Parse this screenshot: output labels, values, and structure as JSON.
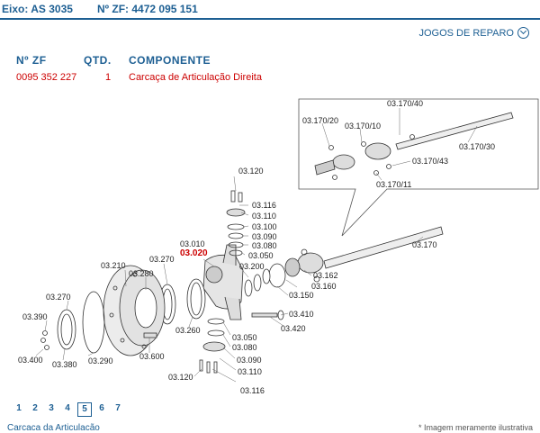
{
  "header": {
    "eixo": "Eixo: AS 3035",
    "zf": "Nº ZF: 4472 095 151"
  },
  "jogos_link": "JOGOS DE REPARO",
  "table": {
    "col_zf": "Nº ZF",
    "col_qtd": "QTD.",
    "col_comp": "COMPONENTE",
    "row": {
      "zf": "0095 352 227",
      "qtd": "1",
      "comp": "Carcaça de Articulação Direita"
    }
  },
  "labels": {
    "l03120a": "03.120",
    "l03116a": "03.116",
    "l03110a": "03.110",
    "l03100": "03.100",
    "l03090a": "03.090",
    "l03080a": "03.080",
    "l03050a": "03.050",
    "l03010": "03.010",
    "l03020": "03.020",
    "l03200": "03.200",
    "l03270a": "03.270",
    "l03210": "03.210",
    "l03280": "03.280",
    "l03270b": "03.270",
    "l03390": "03.390",
    "l03400": "03.400",
    "l03380": "03.380",
    "l03290": "03.290",
    "l03600": "03.600",
    "l03260": "03.260",
    "l03050b": "03.050",
    "l03080b": "03.080",
    "l03090b": "03.090",
    "l03110b": "03.110",
    "l03116b": "03.116",
    "l03120b": "03.120",
    "l03410": "03.410",
    "l03420": "03.420",
    "l03150": "03.150",
    "l03160": "03.160",
    "l03162": "03.162",
    "l03170": "03.170",
    "l03170_20": "03.170/20",
    "l03170_10": "03.170/10",
    "l03170_40": "03.170/40",
    "l03170_30": "03.170/30",
    "l03170_43": "03.170/43",
    "l03170_11": "03.170/11"
  },
  "pages": [
    "1",
    "2",
    "3",
    "4",
    "5",
    "6",
    "7"
  ],
  "active_page": "5",
  "footer": {
    "left": "Carcaca da Articulacão",
    "right": "* Imagem meramente ilustrativa"
  }
}
